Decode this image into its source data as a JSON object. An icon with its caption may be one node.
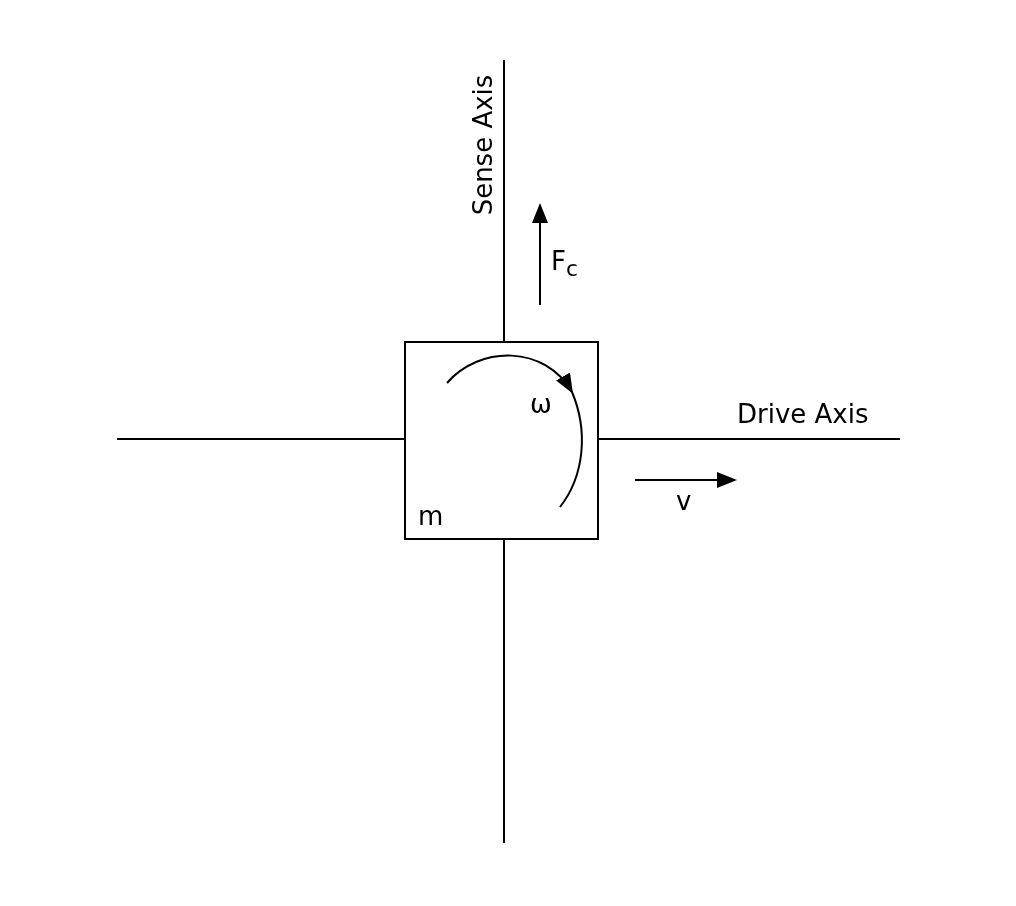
{
  "diagram": {
    "nodes": [
      {
        "text": [
          "ω",
          "m"
        ]
      }
    ],
    "edges": [],
    "labels": [
      "Sense Axis",
      "F$_{c}$",
      "Drive Axis",
      "v"
    ]
  }
}
